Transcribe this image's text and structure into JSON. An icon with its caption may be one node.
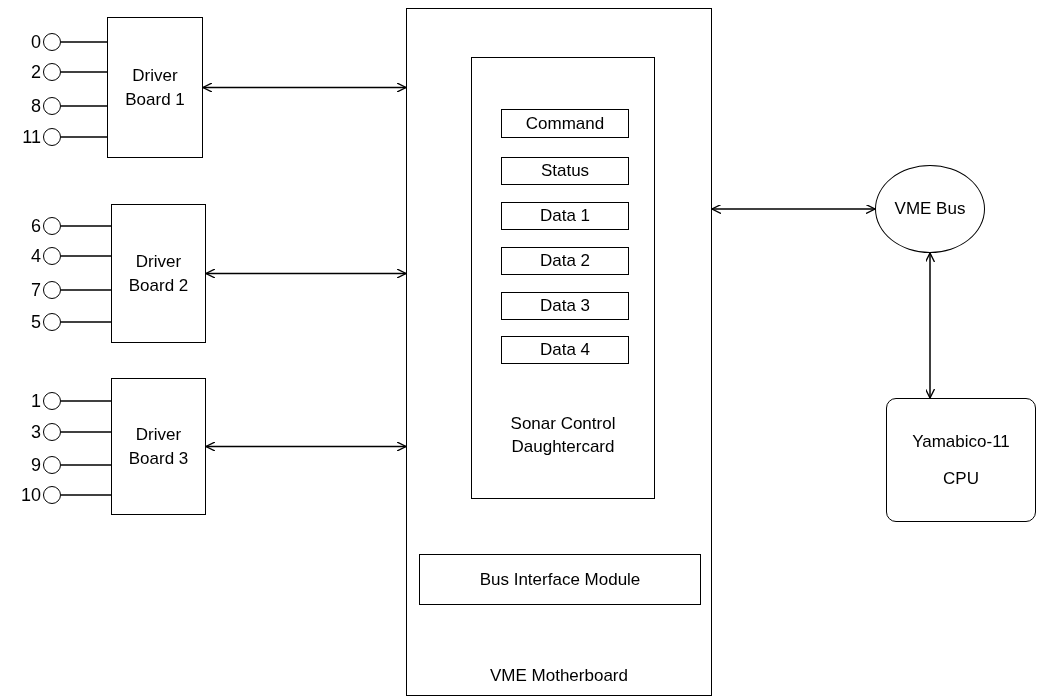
{
  "diagram": {
    "nodes": [
      {
        "text": [
          "Driver Board 1"
        ]
      },
      {
        "text": [
          "Driver Board 2"
        ]
      },
      {
        "text": [
          "Driver Board 3"
        ]
      },
      {
        "text": [
          "VME Motherboard"
        ]
      },
      {
        "text": [
          "Sonar Control Daughtercard"
        ],
        "in": 3
      },
      {
        "text": [
          "Command"
        ],
        "in": 4
      },
      {
        "text": [
          "Status"
        ],
        "in": 4
      },
      {
        "text": [
          "Data 1"
        ],
        "in": 4
      },
      {
        "text": [
          "Data 2"
        ],
        "in": 4
      },
      {
        "text": [
          "Data 3"
        ],
        "in": 4
      },
      {
        "text": [
          "Data 4"
        ],
        "in": 4
      },
      {
        "text": [
          "Bus Interface Module"
        ],
        "in": 3
      },
      {
        "text": [
          "VME Bus"
        ]
      },
      {
        "text": [
          "Yamabico-11",
          "CPU"
        ]
      },
      {
        "text": [],
        "shape": "circle",
        "beside": [
          "0"
        ]
      },
      {
        "text": [],
        "shape": "circle",
        "beside": [
          "2"
        ]
      },
      {
        "text": [],
        "shape": "circle",
        "beside": [
          "8"
        ]
      },
      {
        "text": [],
        "shape": "circle",
        "beside": [
          "11"
        ]
      },
      {
        "text": [],
        "shape": "circle",
        "beside": [
          "6"
        ]
      },
      {
        "text": [],
        "shape": "circle",
        "beside": [
          "4"
        ]
      },
      {
        "text": [],
        "shape": "circle",
        "beside": [
          "7"
        ]
      },
      {
        "text": [],
        "shape": "circle",
        "beside": [
          "5"
        ]
      },
      {
        "text": [],
        "shape": "circle",
        "beside": [
          "1"
        ]
      },
      {
        "text": [],
        "shape": "circle",
        "beside": [
          "3"
        ]
      },
      {
        "text": [],
        "shape": "circle",
        "beside": [
          "9"
        ]
      },
      {
        "text": [],
        "shape": "circle",
        "beside": [
          "10"
        ]
      }
    ],
    "edges": [
      {
        "from": 14,
        "to": 0,
        "arrow": "none"
      },
      {
        "from": 15,
        "to": 0,
        "arrow": "none"
      },
      {
        "from": 16,
        "to": 0,
        "arrow": "none"
      },
      {
        "from": 17,
        "to": 0,
        "arrow": "none"
      },
      {
        "from": 18,
        "to": 1,
        "arrow": "none"
      },
      {
        "from": 19,
        "to": 1,
        "arrow": "none"
      },
      {
        "from": 20,
        "to": 1,
        "arrow": "none"
      },
      {
        "from": 21,
        "to": 1,
        "arrow": "none"
      },
      {
        "from": 22,
        "to": 2,
        "arrow": "none"
      },
      {
        "from": 23,
        "to": 2,
        "arrow": "none"
      },
      {
        "from": 24,
        "to": 2,
        "arrow": "none"
      },
      {
        "from": 25,
        "to": 2,
        "arrow": "none"
      },
      {
        "from": 0,
        "to": 3,
        "arrow": "both"
      },
      {
        "from": 1,
        "to": 3,
        "arrow": "both"
      },
      {
        "from": 2,
        "to": 3,
        "arrow": "both"
      },
      {
        "from": 3,
        "to": 12,
        "arrow": "both"
      },
      {
        "from": 12,
        "to": 13,
        "arrow": "both"
      }
    ]
  }
}
